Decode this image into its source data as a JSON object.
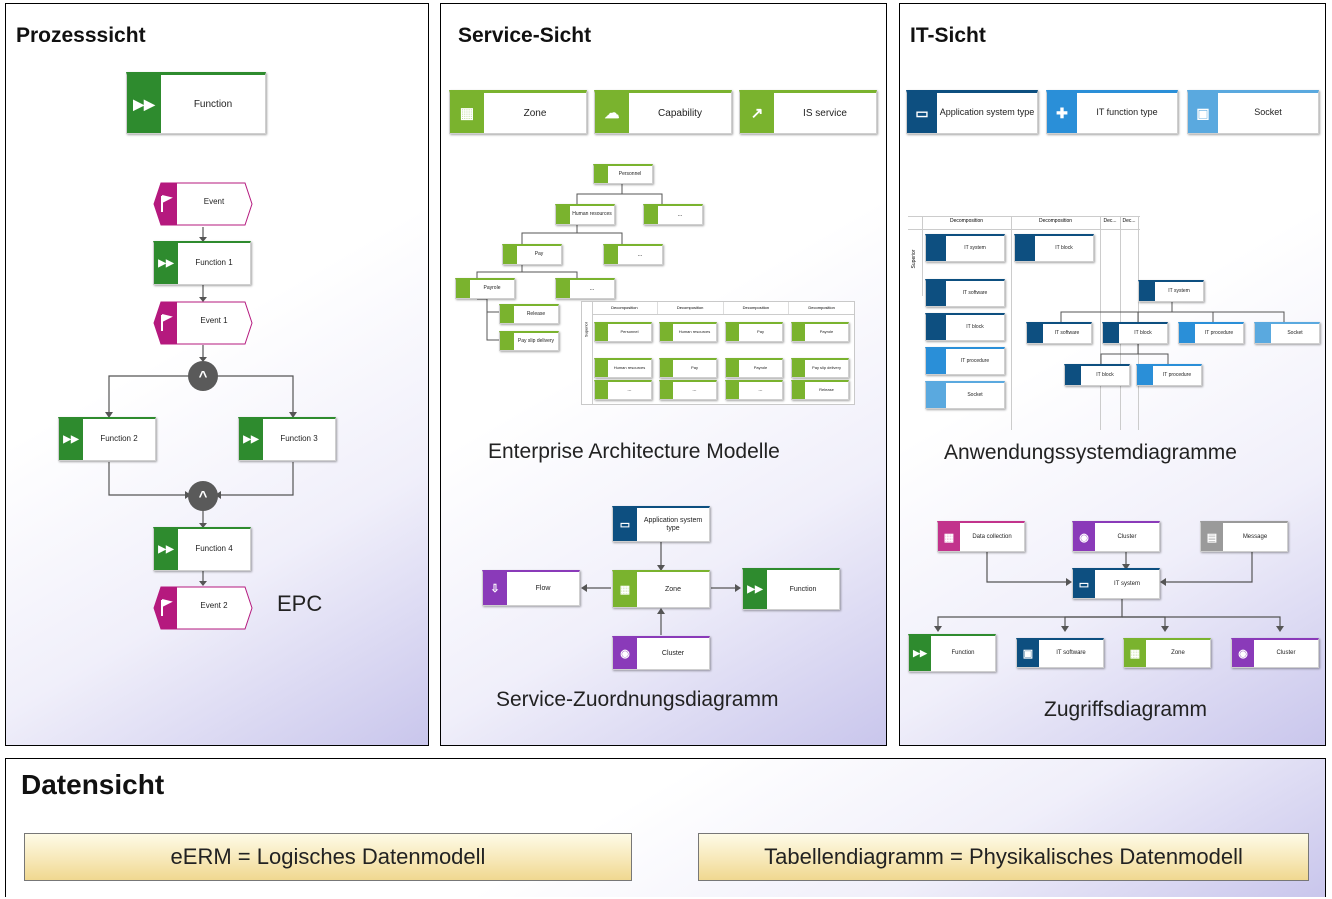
{
  "panels": {
    "prozess": {
      "title": "Prozesssicht"
    },
    "service": {
      "title": "Service-Sicht"
    },
    "it": {
      "title": "IT-Sicht"
    },
    "daten": {
      "title": "Datensicht"
    }
  },
  "prozess": {
    "legend_function": "Function",
    "epc_nodes": {
      "event": "Event",
      "function1": "Function 1",
      "event1": "Event 1",
      "function2": "Function 2",
      "function3": "Function 3",
      "function4": "Function 4",
      "event2": "Event 2"
    },
    "epc_label": "EPC"
  },
  "service": {
    "legend": [
      "Zone",
      "Capability",
      "IS service"
    ],
    "tree": {
      "root": "Personnel",
      "hr": "Human resources",
      "dots1": "...",
      "pay": "Pay",
      "dots2": "...",
      "payrole": "Payrole",
      "dots3": "...",
      "release": "Release",
      "paydist": "Pay slip delivery"
    },
    "table_headers": [
      "Decomposition",
      "Decomposition",
      "Decomposition",
      "Decomposition"
    ],
    "table_side": "Superior",
    "table_rows": [
      [
        "Personnel",
        "Human resources",
        "Pay",
        "Payrole"
      ],
      [
        "Human resources",
        "Pay",
        "Payrole",
        "Pay slip delivery"
      ],
      [
        "...",
        "...",
        "...",
        "Release"
      ]
    ],
    "ea_label": "Enterprise Architecture Modelle",
    "assign": {
      "app": "Application system type",
      "flow": "Flow",
      "zone": "Zone",
      "function": "Function",
      "cluster": "Cluster"
    },
    "assign_label": "Service-Zuordnungsdiagramm"
  },
  "it": {
    "legend": [
      "Application system type",
      "IT function type",
      "Socket"
    ],
    "table_headers": [
      "Decomposition",
      "Decomposition",
      "Dec...",
      "Dec..."
    ],
    "table_side": "Superior",
    "table_items": {
      "itsystem": "IT system",
      "itblock": "IT block",
      "left": [
        "IT software",
        "IT block",
        "IT procedure",
        "Socket"
      ]
    },
    "tree": {
      "root": "IT system",
      "children": [
        "IT software",
        "IT block",
        "IT procedure",
        "Socket"
      ],
      "sub": [
        "IT block",
        "IT procedure"
      ]
    },
    "app_label": "Anwendungssystemdiagramme",
    "access": {
      "top": [
        "Data collection",
        "Cluster",
        "Message"
      ],
      "center": "IT system",
      "bottom": [
        "Function",
        "IT software",
        "Zone",
        "Cluster"
      ]
    },
    "access_label": "Zugriffsdiagramm"
  },
  "daten": {
    "box1": "eERM = Logisches Datenmodell",
    "box2": "Tabellendiagramm =  Physikalisches Datenmodell"
  },
  "colors": {
    "function_green": "#2e8b2e",
    "event_magenta": "#b5197e",
    "zone_green": "#7ab32e",
    "it_navy": "#0d4f80",
    "it_blue": "#2a8fd8",
    "socket_blue": "#5aa9df",
    "cluster_purple": "#8a3ab9",
    "data_magenta": "#c2338c",
    "message_gray": "#9a9a9a",
    "connector_gray": "#5a5a5a",
    "flow_purple": "#8a3ab9"
  }
}
